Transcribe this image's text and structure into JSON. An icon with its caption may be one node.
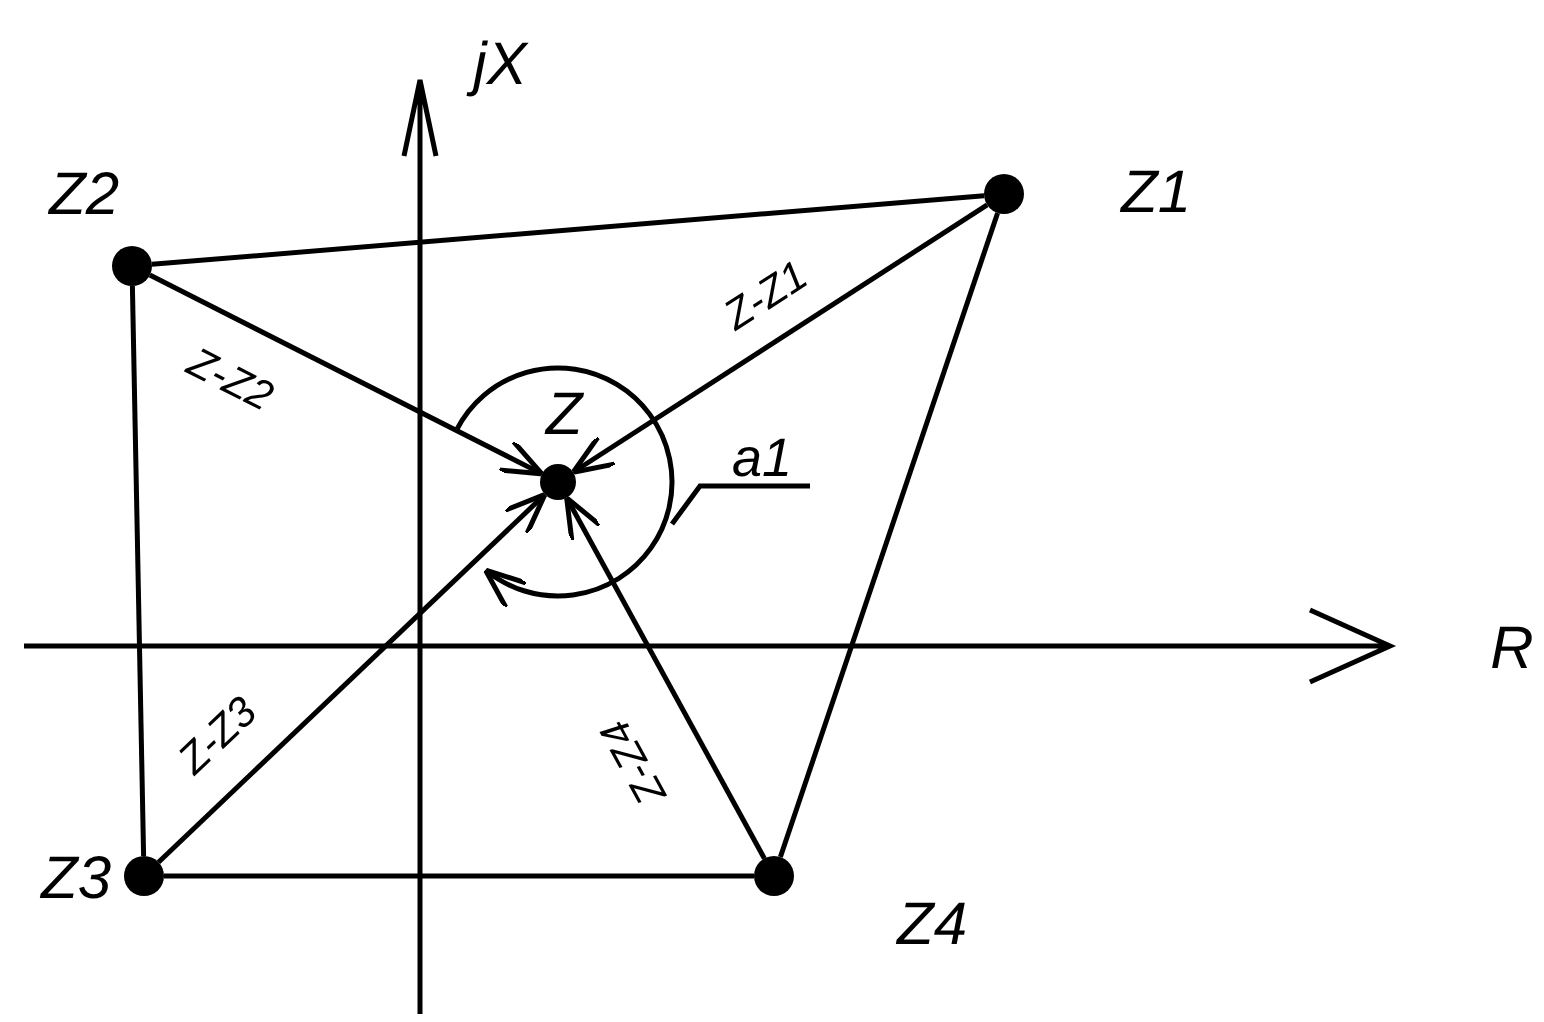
{
  "diagram": {
    "nodes": [
      {
        "text": [],
        "shape": "circle",
        "beside": [
          "Z1"
        ]
      },
      {
        "text": [],
        "shape": "circle",
        "beside": [
          "Z2"
        ]
      },
      {
        "text": [],
        "shape": "circle",
        "beside": [
          "Z3"
        ]
      },
      {
        "text": [],
        "shape": "circle",
        "beside": [
          "Z4"
        ]
      },
      {
        "text": [],
        "shape": "circle",
        "beside": [
          "Z"
        ]
      },
      {
        "text": [
          "a1"
        ]
      }
    ],
    "edges": [
      {
        "from": 1,
        "to": 0,
        "arrow": "none"
      },
      {
        "from": 0,
        "to": 3,
        "arrow": "none"
      },
      {
        "from": 3,
        "to": 2,
        "arrow": "none"
      },
      {
        "from": 2,
        "to": 1,
        "arrow": "none"
      },
      {
        "from": 0,
        "to": 4,
        "arrow": "to",
        "label": "Z-Z1"
      },
      {
        "from": 1,
        "to": 4,
        "arrow": "to",
        "label": "Z-Z2"
      },
      {
        "from": 2,
        "to": 4,
        "arrow": "to",
        "label": "Z-Z3"
      },
      {
        "from": 3,
        "to": 4,
        "arrow": "to",
        "label": "Z-Z4"
      },
      {
        "from": 5,
        "to": null,
        "arrow": "none"
      }
    ],
    "labels": [
      "jX",
      "R"
    ]
  }
}
